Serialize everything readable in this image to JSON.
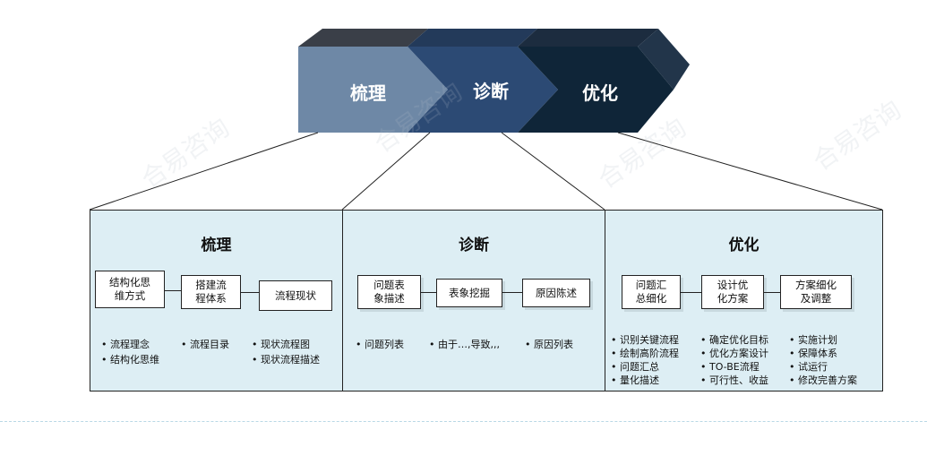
{
  "watermark": "合易咨询",
  "chevrons": [
    {
      "label": "梳理",
      "color": "#6e88a6"
    },
    {
      "label": "诊断",
      "color": "#2c4a74"
    },
    {
      "label": "优化",
      "color": "#0f2538"
    }
  ],
  "panels": [
    {
      "title": "梳理",
      "steps": [
        "结构化思\n维方式",
        "搭建流\n程体系",
        "流程现状"
      ],
      "bullets": [
        [
          "流程理念",
          "结构化思维"
        ],
        [
          "流程目录"
        ],
        [
          "现状流程图",
          "现状流程描述"
        ]
      ]
    },
    {
      "title": "诊断",
      "steps": [
        "问题表\n象描述",
        "表象挖掘",
        "原因陈述"
      ],
      "bullets": [
        [
          "问题列表"
        ],
        [
          "由于…,导致,,,"
        ],
        [
          "原因列表"
        ]
      ]
    },
    {
      "title": "优化",
      "steps": [
        "问题汇\n总细化",
        "设计优\n化方案",
        "方案细化\n及调整"
      ],
      "bullets": [
        [
          "识别关键流程",
          "绘制高阶流程",
          "问题汇总",
          "量化描述"
        ],
        [
          "确定优化目标",
          "优化方案设计",
          "TO-BE流程",
          "可行性、收益"
        ],
        [
          "实施计划",
          "保障体系",
          "试运行",
          "修改完善方案"
        ]
      ]
    }
  ]
}
